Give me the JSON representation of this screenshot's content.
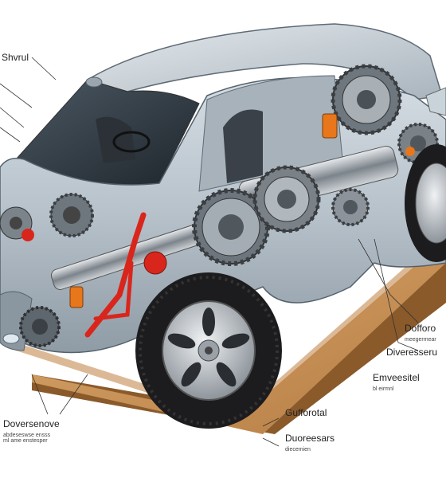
{
  "labels": {
    "top_left": "Shvrul",
    "right_diff_title": "Dofforo",
    "right_diff_sub": "meegermear",
    "right_divers": "Diveresseru",
    "right_environ_title": "Emveesitel",
    "right_environ_sub": "bl eirmnl",
    "bottom_left_title": "Doversenove",
    "bottom_left_sub1": "abdeseswse ensss",
    "bottom_left_sub2": "ml ame enstesper",
    "bottom_center_title": "Gufforotal",
    "bottom_center_sub_title": "Duoreesars",
    "bottom_center_sub": "diecemien"
  },
  "colors": {
    "body_silver": "#b8c3cc",
    "body_dark": "#7d8a95",
    "wood": "#c9955c",
    "tire": "#1c1c1e",
    "rim": "#c9ced3",
    "accent_red": "#d9261c",
    "accent_orange": "#e8761a",
    "gear_metal": "#8c939a"
  },
  "icons": [
    "wheel-icon",
    "gear-icon",
    "driveshaft-icon"
  ]
}
